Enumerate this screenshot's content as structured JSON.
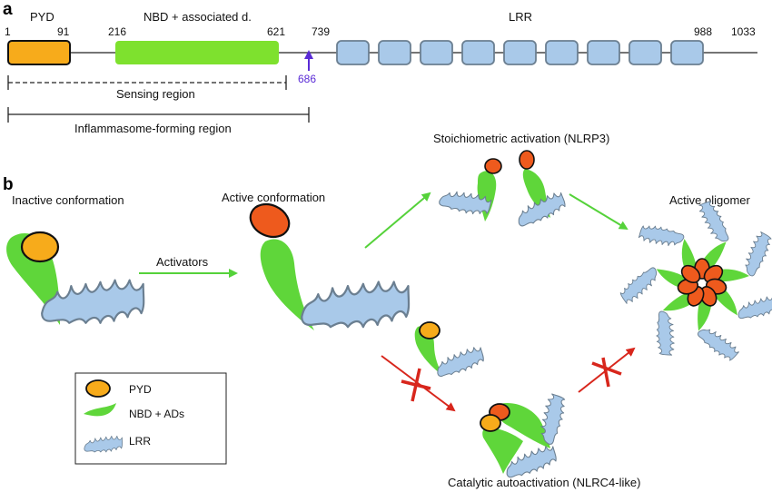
{
  "panel_a": {
    "letter": "a",
    "domains": {
      "pyd": "PYD",
      "nbd": "NBD + associated d.",
      "lrr": "LRR"
    },
    "positions": {
      "p1": "1",
      "p91": "91",
      "p216": "216",
      "p621": "621",
      "p739": "739",
      "p988": "988",
      "p1033": "1033",
      "p686": "686"
    },
    "regions": {
      "sensing": "Sensing region",
      "inflammasome": "Inflammasome-forming region"
    }
  },
  "panel_b": {
    "letter": "b",
    "inactive": "Inactive conformation",
    "activators": "Activators",
    "active": "Active conformation",
    "stoich": "Stoichiometric activation (NLRP3)",
    "oligomer": "Active oligomer",
    "catalytic": "Catalytic autoactivation (NLRC4-like)"
  },
  "legend": {
    "pyd": "PYD",
    "nbd": "NBD + ADs",
    "lrr": "LRR"
  },
  "colors": {
    "pyd": "#f7ab1b",
    "pyd_active": "#ee5a1d",
    "nbd": "#7ee12e",
    "nbd_fill": "#5fd63a",
    "lrr": "#a9c9e9",
    "lrr_stroke": "#6b7f91",
    "arrow_green": "#55d23a",
    "arrow_red": "#d8261c",
    "marker_purple": "#5a2bd6"
  }
}
